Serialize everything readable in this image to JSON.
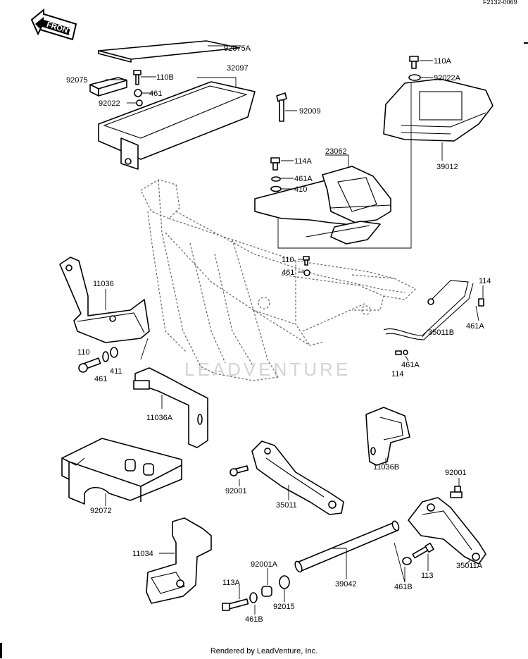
{
  "header": {
    "ref_code": "F2132-0069",
    "front_label": "FRONT"
  },
  "watermark": "LEADVENTURE",
  "footer": {
    "text": "Rendered by LeadVenture, Inc."
  },
  "labels": {
    "p92075A": "92075A",
    "p92075": "92075",
    "p110B": "110B",
    "p32097": "32097",
    "p461_top": "461",
    "p92022": "92022",
    "p92009": "92009",
    "p110A": "110A",
    "p92022A": "92022A",
    "p39012": "39012",
    "p114A": "114A",
    "p23062": "23062",
    "p461A_top": "461A",
    "p410": "410",
    "p110_mid": "110",
    "p461_mid": "461",
    "p11036": "11036",
    "p110_left": "110",
    "p461_left": "461",
    "p411": "411",
    "p114_right": "114",
    "p461A_right": "461A",
    "p35011B": "35011B",
    "p461A_low": "461A",
    "p114_low": "114",
    "p11036A": "11036A",
    "p11036B": "11036B",
    "p92001_left": "92001",
    "p35011": "35011",
    "p92001_right": "92001",
    "p92072": "92072",
    "p11034": "11034",
    "p92001A": "92001A",
    "p39042": "39042",
    "p113": "113",
    "p35011A": "35011A",
    "p113A": "113A",
    "p461B_left": "461B",
    "p92015": "92015",
    "p461B_right": "461B"
  }
}
